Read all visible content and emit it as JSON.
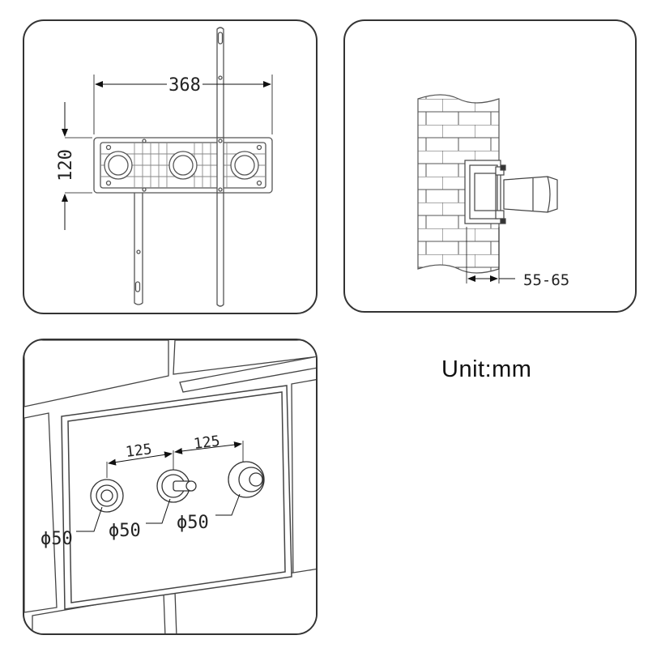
{
  "top_view": {
    "width_label": "368",
    "height_label": "120"
  },
  "side_view": {
    "depth_label": "55-65"
  },
  "front_view": {
    "spacing_left": "125",
    "spacing_right": "125",
    "diameters": [
      "ϕ50",
      "ϕ50",
      "ϕ50"
    ]
  },
  "unit_label": "Unit:mm"
}
